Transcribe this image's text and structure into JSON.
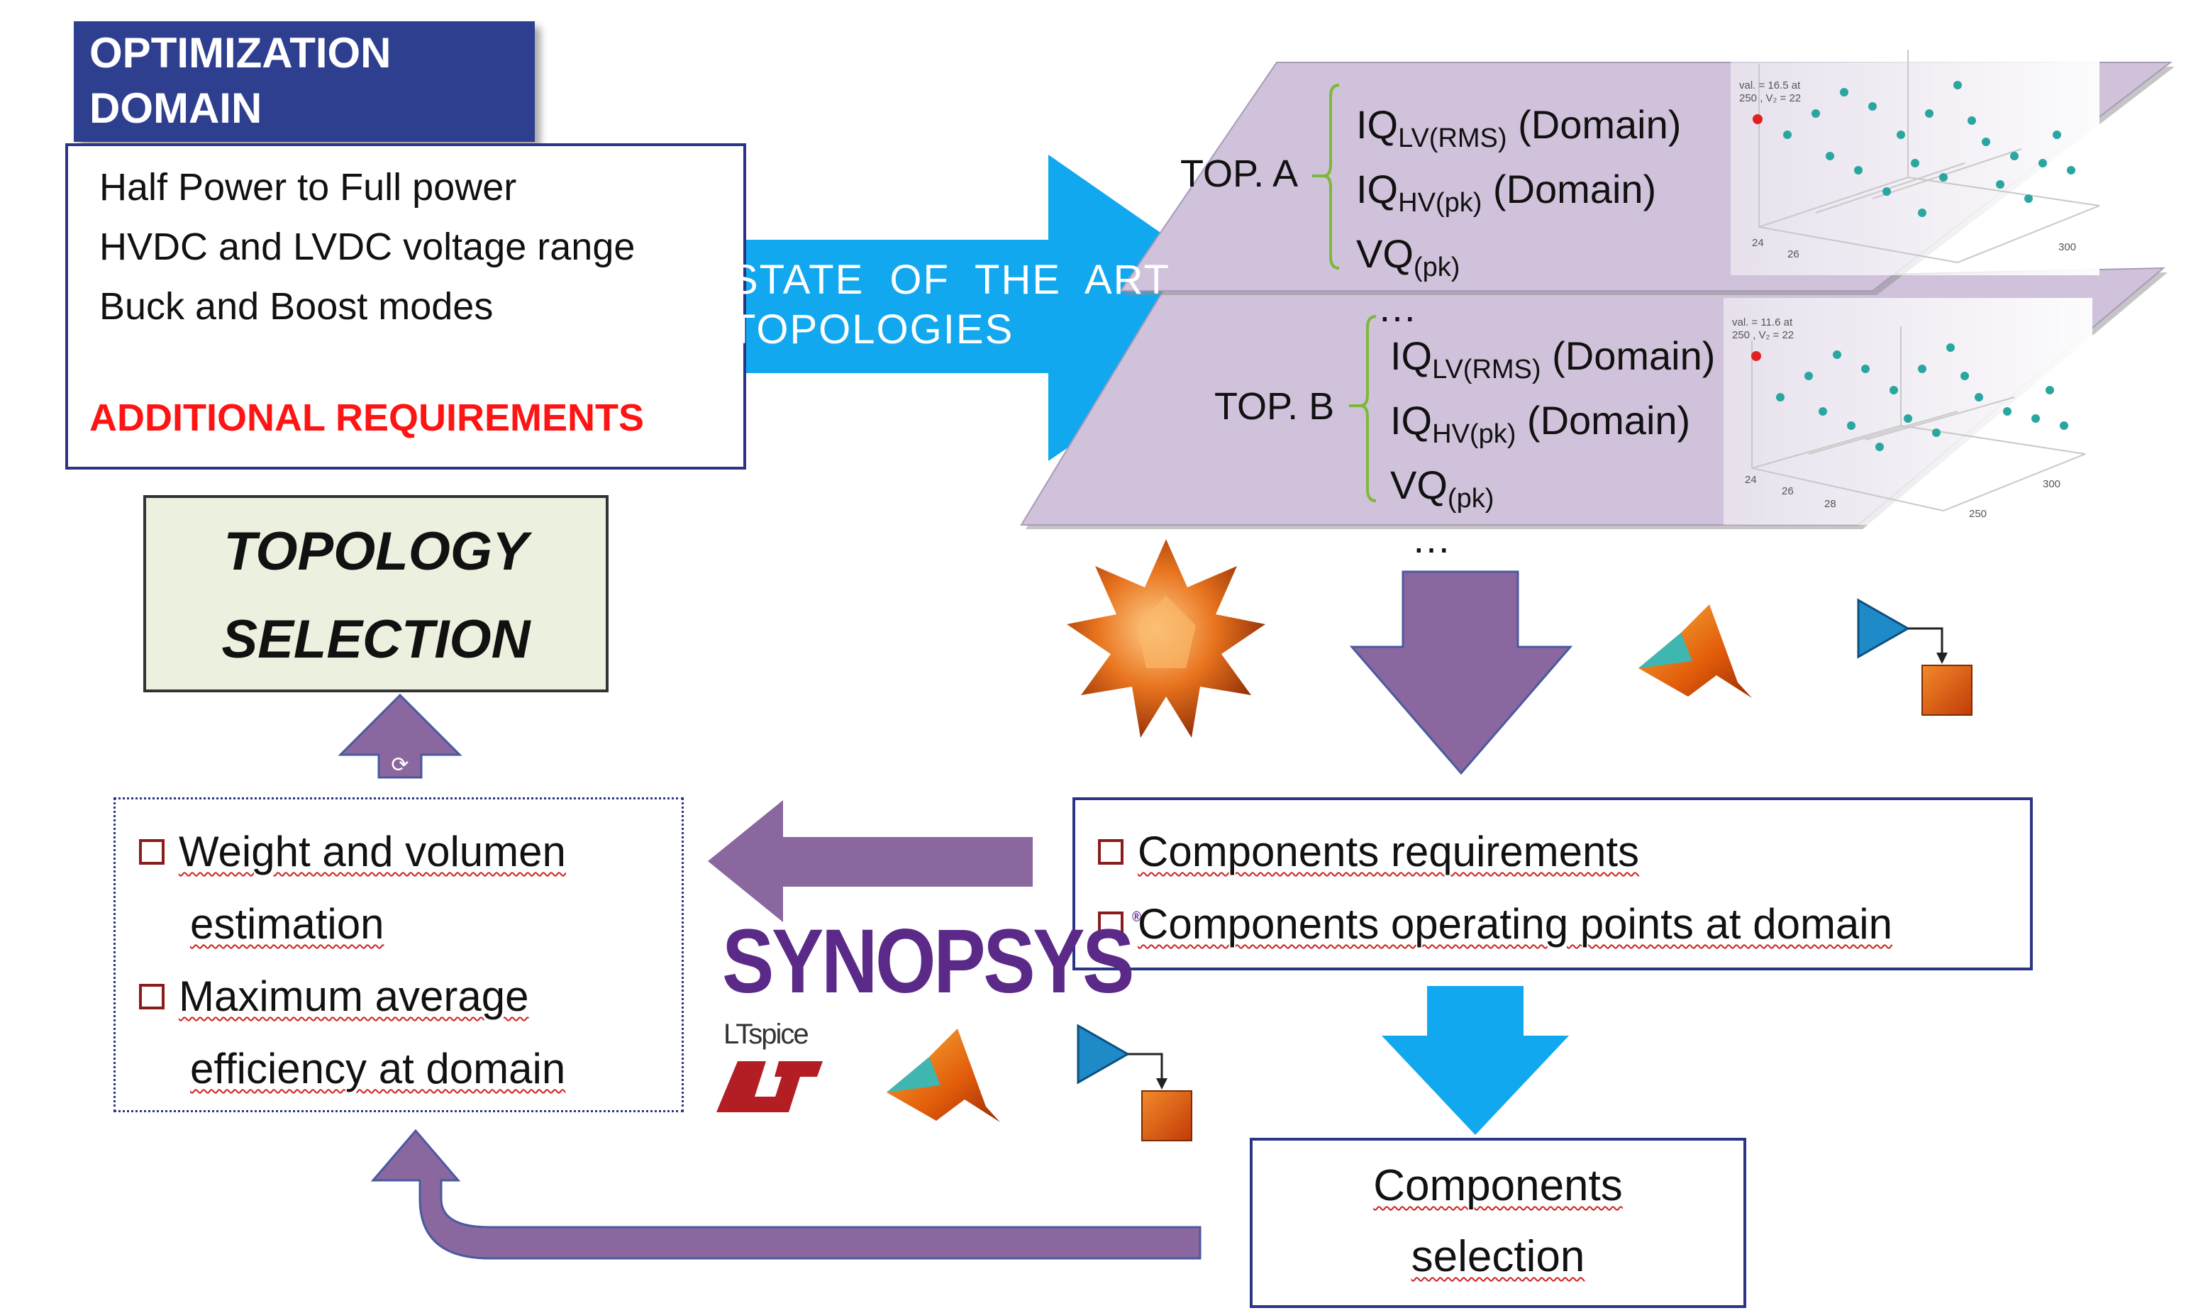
{
  "optimization_domain": {
    "title_line1": "OPTIMIZATION",
    "title_line2": "DOMAIN",
    "items": [
      "Half Power to Full power",
      "HVDC and LVDC voltage range",
      "Buck and Boost modes"
    ],
    "additional": "ADDITIONAL REQUIREMENTS"
  },
  "state_of_art": {
    "line1": "STATE OF THE ART",
    "line2": "TOPOLOGIES"
  },
  "topology_a": {
    "label": "TOP. A",
    "eq1_main": "IQ",
    "eq1_sub": "LV(RMS)",
    "eq1_suffix": " (Domain)",
    "eq2_main": "IQ",
    "eq2_sub": "HV(pk)",
    "eq2_suffix": " (Domain)",
    "eq3_main": "VQ",
    "eq3_sub": "(pk)",
    "ellipsis": "…",
    "plot_note1": "val. = 16.5 at",
    "plot_note2": "250 , V₂ = 22",
    "plot_ticks": [
      "24",
      "26",
      "300"
    ]
  },
  "topology_b": {
    "label": "TOP. B",
    "eq1_main": "IQ",
    "eq1_sub": "LV(RMS)",
    "eq1_suffix": " (Domain)",
    "eq2_main": "IQ",
    "eq2_sub": "HV(pk)",
    "eq2_suffix": " (Domain)",
    "eq3_main": "VQ",
    "eq3_sub": "(pk)",
    "ellipsis": "…",
    "plot_note1": "val. = 11.6 at",
    "plot_note2": "250 , V₂ = 22",
    "plot_ticks": [
      "24",
      "26",
      "28",
      "300",
      "250"
    ]
  },
  "topology_selection": {
    "line1": "TOPOLOGY",
    "line2": "SELECTION"
  },
  "evaluation": {
    "item1_line1": "Weight and volumen",
    "item1_line2": "estimation",
    "item2_line1": "Maximum average",
    "item2_line2": "efficiency at domain"
  },
  "components": {
    "item1": "Components requirements",
    "item2": "Components operating points at domain"
  },
  "components_selection": {
    "line1": "Components",
    "line2": "selection"
  },
  "logos": {
    "synopsys": "SYNOPSYS",
    "synopsys_mark": "®",
    "ltspice": "LTspice",
    "icons": [
      "mathematica-icon",
      "matlab-icon",
      "simulink-icon"
    ]
  },
  "colors": {
    "blue_arrow": "#12a8ef",
    "purple_arrow": "#8a679e",
    "header_navy": "#2f3f8f",
    "plane_purple": "#cfc2da",
    "topology_box_fill": "#ebf1de",
    "red_text": "#ff1414"
  }
}
